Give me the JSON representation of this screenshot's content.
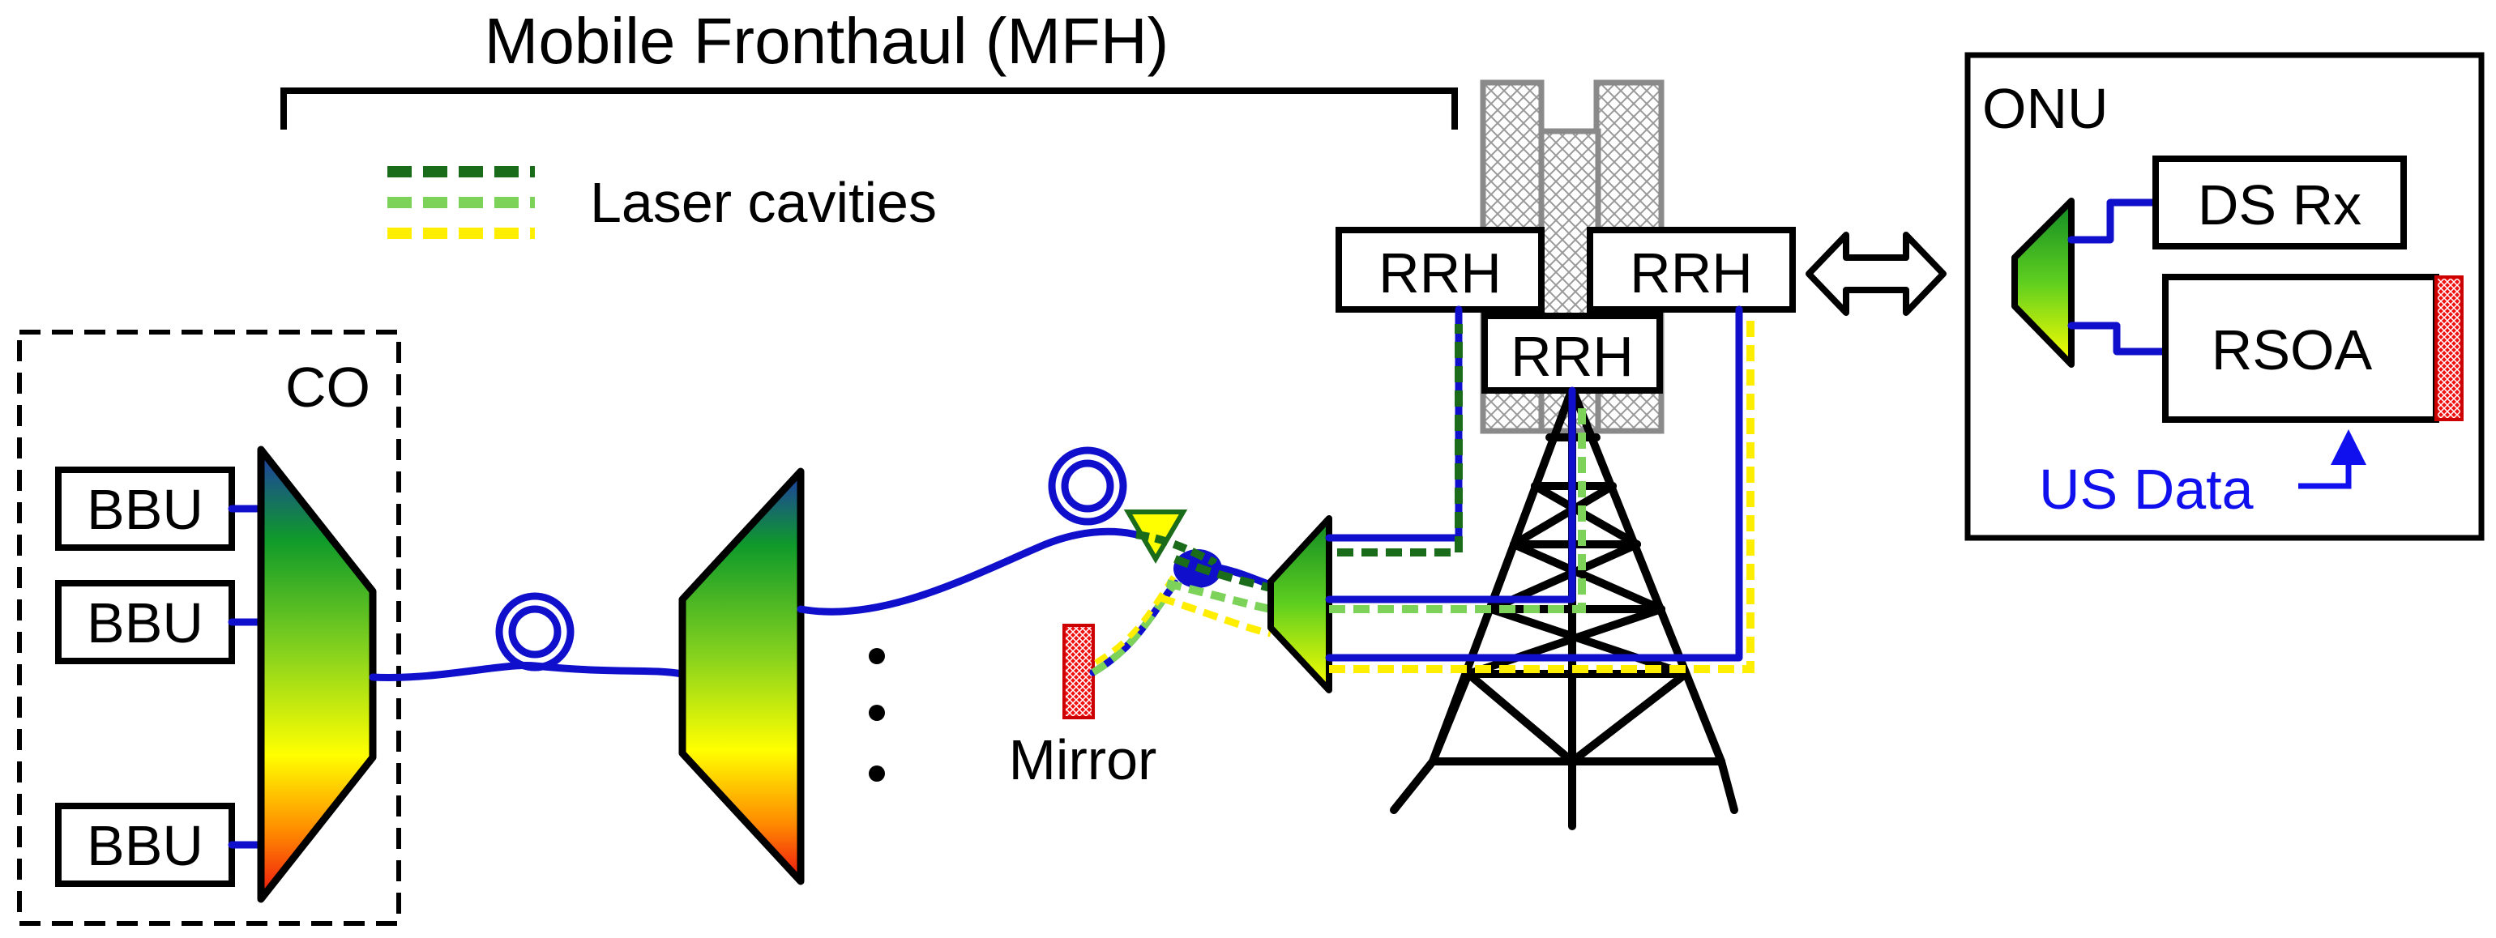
{
  "title": "Mobile Fronthaul (MFH)",
  "legend": {
    "label": "Laser cavities",
    "colors": [
      "#1a6b1a",
      "#7dd35a",
      "#ffee00"
    ]
  },
  "co": {
    "label": "CO",
    "bbus": [
      "BBU",
      "BBU",
      "BBU"
    ]
  },
  "tower": {
    "rrhs": [
      "RRH",
      "RRH",
      "RRH"
    ]
  },
  "mirror": {
    "label": "Mirror"
  },
  "onu": {
    "label": "ONU",
    "ds_rx": "DS Rx",
    "rsoa": "RSOA",
    "us_data": "US Data"
  },
  "colors": {
    "fiber": "#1010cc",
    "mirror": "#ee1111",
    "cavity_dark": "#1a6b1a",
    "cavity_light": "#7dd35a",
    "cavity_yellow": "#ffee00",
    "us_data": "#1010ee"
  },
  "icons": [
    "fiber-coil-icon",
    "awg-mux-icon",
    "circulator-icon",
    "mirror-icon",
    "cell-tower-icon",
    "bidirectional-arrow-icon"
  ]
}
